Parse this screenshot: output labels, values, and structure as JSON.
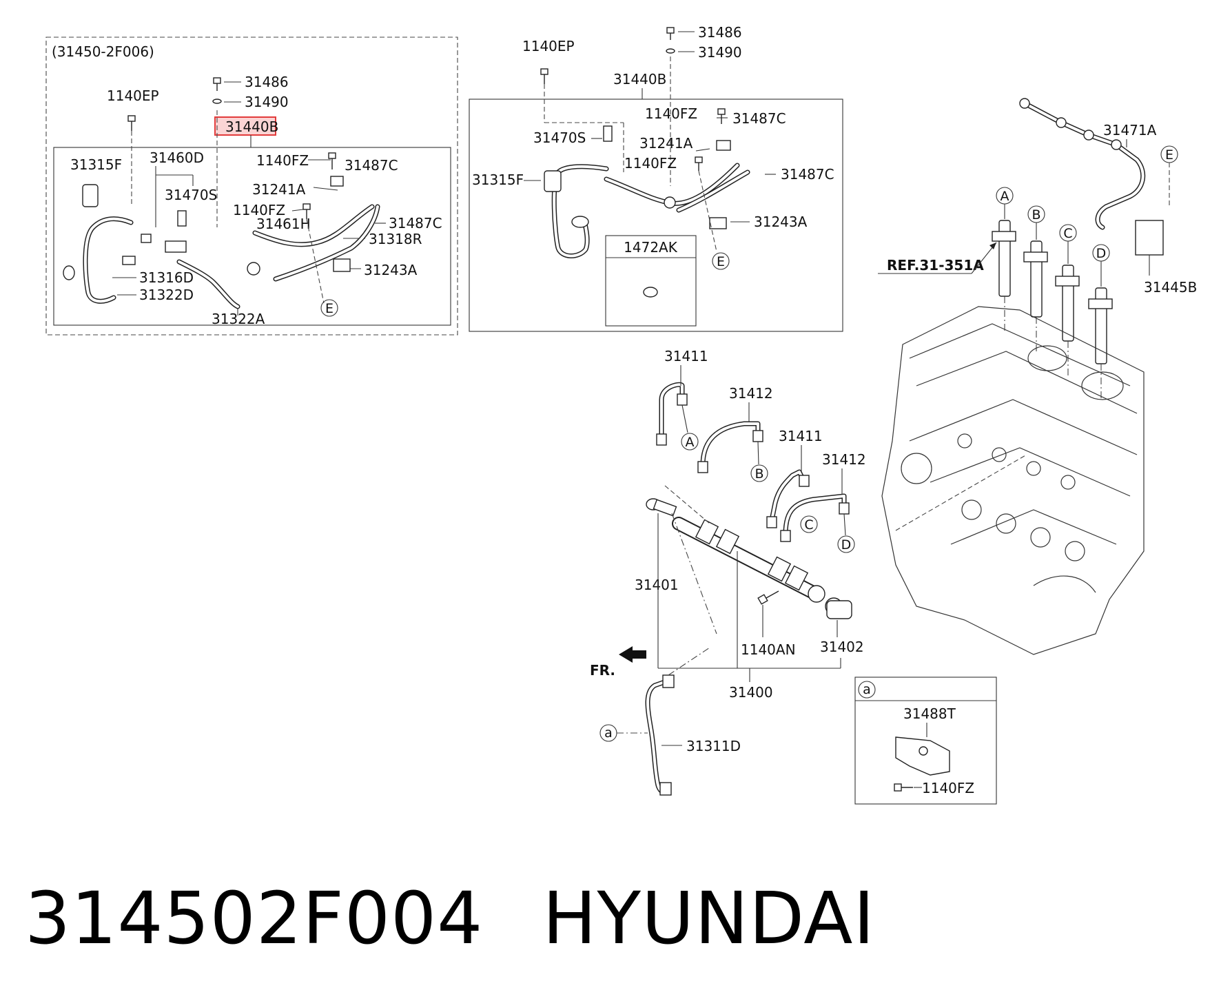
{
  "footer": {
    "part_number": "314502F004",
    "brand": "HYUNDAI"
  },
  "assembly_box": {
    "code": "(31450-2F006)"
  },
  "highlight_color": "#e23b3b",
  "labels_left": {
    "bolt_1140ep": "1140EP",
    "p31486": "31486",
    "p31490": "31490",
    "p31440b_hl": "31440B",
    "p31315f": "31315F",
    "p31460d": "31460D",
    "p31470s": "31470S",
    "p1140fz_a": "1140FZ",
    "p31487c_a": "31487C",
    "p31241a": "31241A",
    "p1140fz_b": "1140FZ",
    "p31461h": "31461H",
    "p31487c_b": "31487C",
    "p31318r": "31318R",
    "p31316d": "31316D",
    "p31322d": "31322D",
    "p31243a": "31243A",
    "p31322a": "31322A",
    "circle_e": "E"
  },
  "labels_mid": {
    "bolt_1140ep": "1140EP",
    "p31486": "31486",
    "p31490": "31490",
    "p31440b": "31440B",
    "p1140fz_a": "1140FZ",
    "p31487c_a": "31487C",
    "p31470s": "31470S",
    "p31241a": "31241A",
    "p1140fz_b": "1140FZ",
    "p31487c_b": "31487C",
    "p31315f": "31315F",
    "p31243a": "31243A",
    "p1472ak": "1472AK",
    "circle_e": "E"
  },
  "labels_main": {
    "p31471a": "31471A",
    "circle_e": "E",
    "circle_a": "A",
    "circle_b": "B",
    "circle_c": "C",
    "circle_d": "D",
    "ref": "REF.31-351A",
    "p31445b": "31445B",
    "p31411_a": "31411",
    "p31412_a": "31412",
    "p31411_b": "31411",
    "p31412_b": "31412",
    "circle_a2": "A",
    "circle_b2": "B",
    "circle_c2": "C",
    "circle_d2": "D",
    "p31401": "31401",
    "p1140an": "1140AN",
    "p31402": "31402",
    "p31400": "31400",
    "fr": "FR.",
    "circle_small_a": "a",
    "p31311d": "31311D",
    "detail_a": "a",
    "p31488t": "31488T",
    "p1140fz": "1140FZ"
  }
}
